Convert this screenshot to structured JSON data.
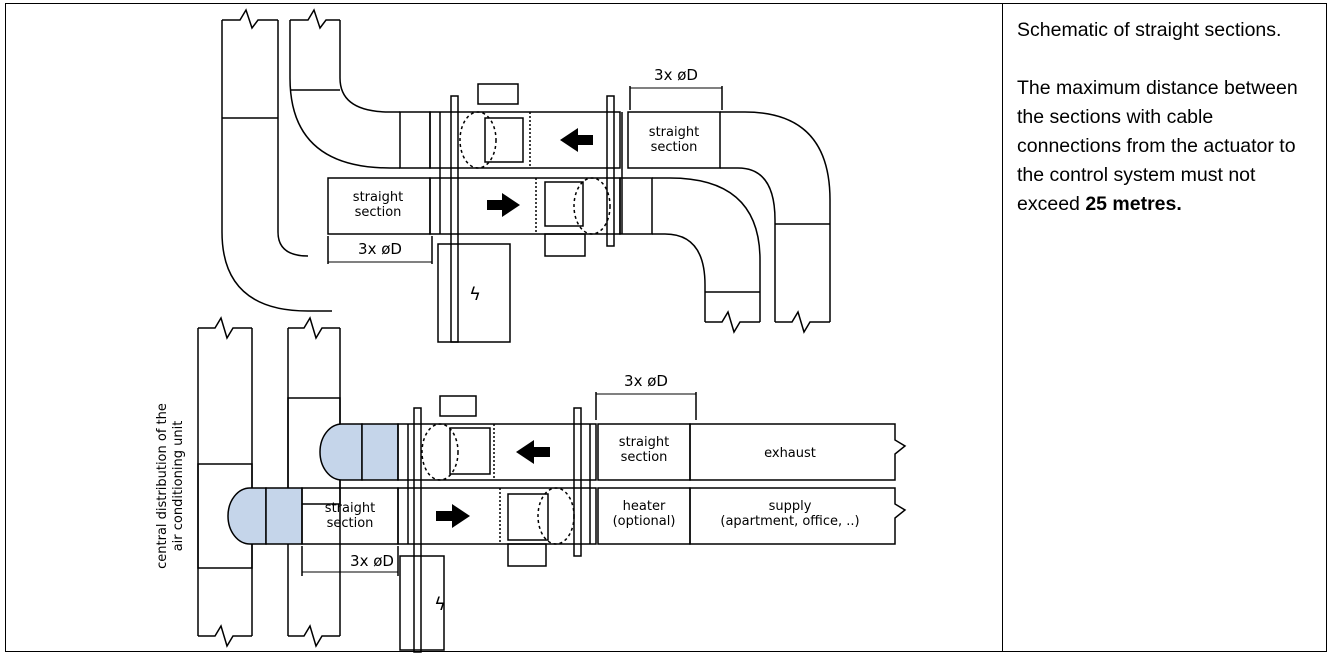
{
  "description": {
    "title": "Schematic of straight sections.",
    "body": "The maximum distance between the sections with cable connections from the actuator to the control system must not exceed",
    "emphasis": "25 metres."
  },
  "diagram": {
    "top": {
      "dim_upper": "3x øD",
      "dim_lower": "3x øD",
      "straight_upper_1": "straight",
      "straight_upper_2": "section",
      "straight_lower_1": "straight",
      "straight_lower_2": "section"
    },
    "bottom": {
      "dim_upper": "3x øD",
      "dim_lower": "3x øD",
      "straight_upper_1": "straight",
      "straight_upper_2": "section",
      "straight_lower_1": "straight",
      "straight_lower_2": "section",
      "exhaust": "exhaust",
      "heater_1": "heater",
      "heater_2": "(optional)",
      "supply_1": "supply",
      "supply_2": "(apartment, office, ..)",
      "side_label_1": "central distribution of the",
      "side_label_2": "air conditioning unit"
    },
    "lightning_symbol": "ϟ",
    "colors": {
      "duct_fill": "#ffffff",
      "elbow_fill": "#c5d5ea",
      "line": "#000000"
    }
  }
}
